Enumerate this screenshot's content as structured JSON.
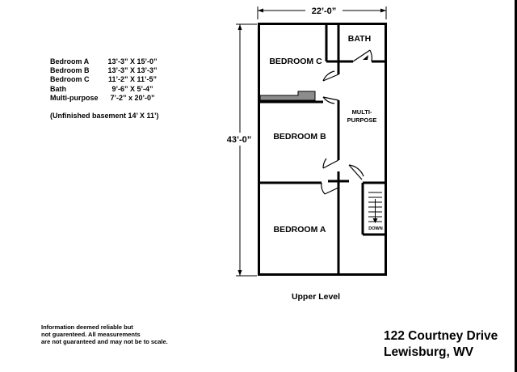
{
  "room_table": [
    {
      "name": "Bedroom A",
      "dims": "13’-3” X 15’-0”"
    },
    {
      "name": "Bedroom B",
      "dims": "13’-3” X 13’-3”"
    },
    {
      "name": "Bedroom C",
      "dims": "11’-2” X 11’-5”"
    },
    {
      "name": "Bath",
      "dims": "9’-6” X 5’-4”"
    },
    {
      "name": "Multi-purpose",
      "dims": "7’-2” x 20’-0”"
    }
  ],
  "basement_note": "(Unfinished basement 14’ X 11’)",
  "plan": {
    "width_label": "22’-0”",
    "height_label": "43’-0”",
    "rooms": {
      "bedroom_c": "BEDROOM C",
      "bedroom_b": "BEDROOM B",
      "bedroom_a": "BEDROOM A",
      "bath": "BATH",
      "multi_line1": "MULTI-",
      "multi_line2": "PURPOSE",
      "down": "DOWN"
    },
    "level_label": "Upper Level"
  },
  "disclaimer": [
    "Information deemed reliable but",
    "not guarenteed.  All measurements",
    "are not guaranteed and may not be to scale."
  ],
  "address": {
    "line1": "122 Courtney Drive",
    "line2": "Lewisburg, WV"
  }
}
